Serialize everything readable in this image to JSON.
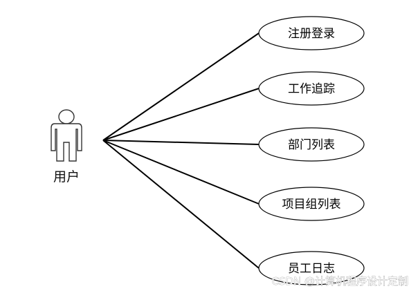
{
  "actor": {
    "label": "用户"
  },
  "use_cases": [
    {
      "label": "注册登录"
    },
    {
      "label": "工作追踪"
    },
    {
      "label": "部门列表"
    },
    {
      "label": "项目组列表"
    },
    {
      "label": "员工日志"
    }
  ],
  "watermark": {
    "text": "CSDN @计算机程序设计定制"
  },
  "colors": {
    "line": "#000000",
    "ellipse_stroke": "#000000",
    "ellipse_fill": "#ffffff",
    "actor_stroke": "#333333"
  },
  "icons": {
    "actor": "stick-figure-actor-icon"
  }
}
